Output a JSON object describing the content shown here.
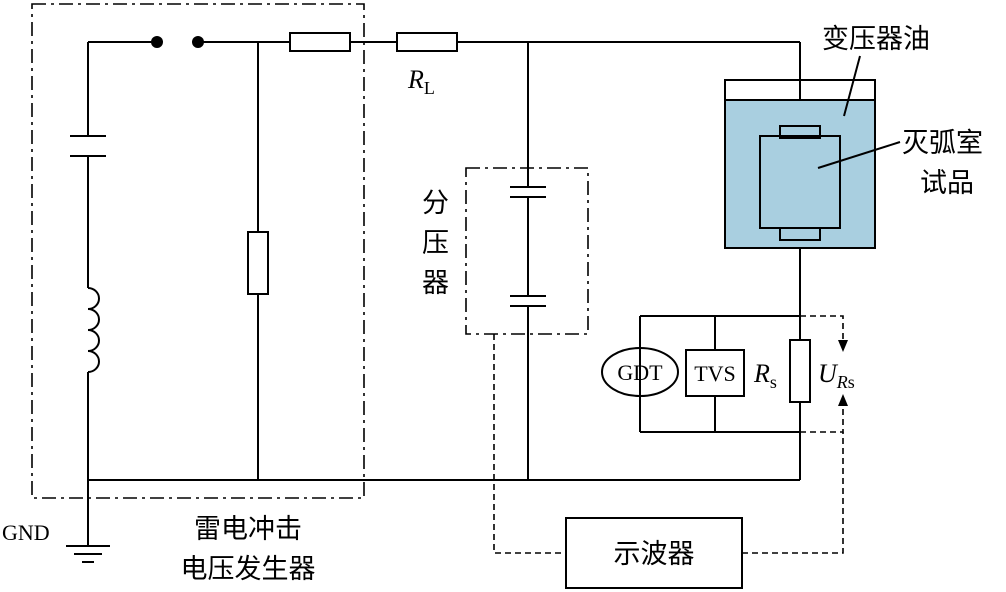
{
  "labels": {
    "transformer_oil": "变压器油",
    "arc_chamber_line1": "灭弧室",
    "arc_chamber_line2": "试品",
    "divider_char1": "分",
    "divider_char2": "压",
    "divider_char3": "器",
    "generator_line1": "雷电冲击",
    "generator_line2": "电压发生器",
    "gnd": "GND",
    "oscilloscope": "示波器",
    "gdt": "GDT",
    "tvs": "TVS",
    "rl_main": "R",
    "rl_sub": "L",
    "rs_main": "R",
    "rs_sub": "s",
    "urs_main": "U",
    "urs_sub_italic": "R",
    "urs_sub_s": "s"
  },
  "colors": {
    "oil_fill": "#a9cfe0",
    "line": "#000000",
    "background": "#ffffff"
  }
}
